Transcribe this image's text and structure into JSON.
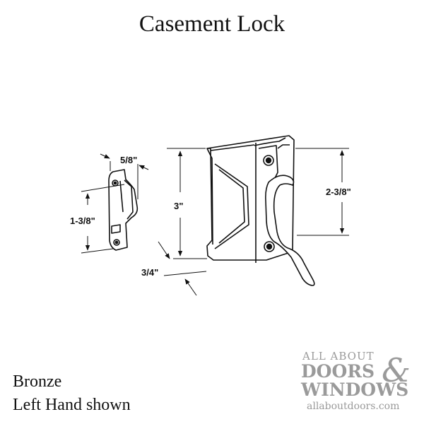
{
  "title": "Casement Lock",
  "dimensions": {
    "keeper_width": "5/8\"",
    "keeper_height": "1-3/8\"",
    "lock_height": "3\"",
    "lock_depth": "3/4\"",
    "screw_spacing": "2-3/8\""
  },
  "captions": {
    "finish": "Bronze",
    "hand": "Left Hand shown"
  },
  "logo": {
    "line1": "ALL ABOUT",
    "line2": "DOORS",
    "ampersand": "&",
    "line3": "WINDOWS",
    "url": "allaboutdoors.com"
  }
}
